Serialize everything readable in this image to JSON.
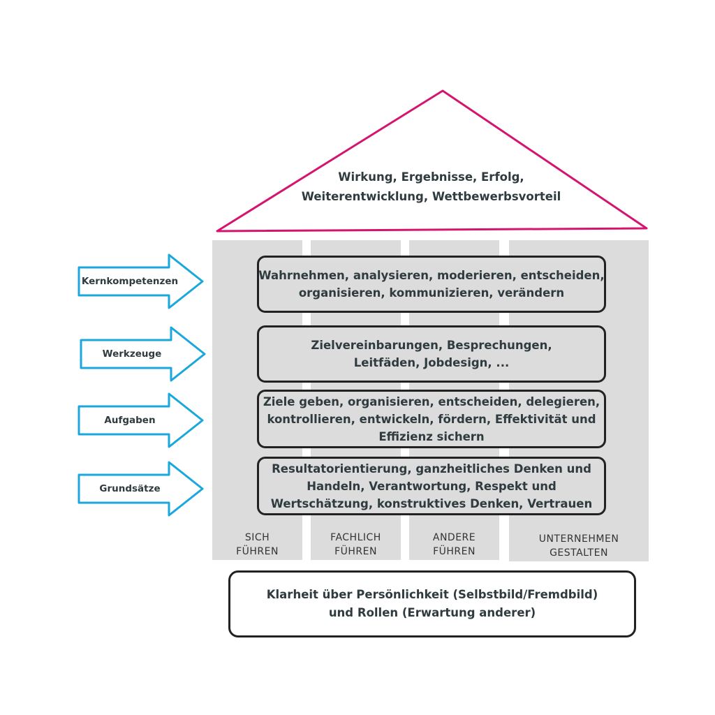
{
  "roof": {
    "line1": "Wirkung, Ergebnisse, Erfolg,",
    "line2": "Weiterentwicklung, Wettbewerbsvorteil",
    "stroke_color": "#d4146f"
  },
  "pillars": [
    {
      "line1": "SICH",
      "line2": "FÜHREN"
    },
    {
      "line1": "FACHLICH",
      "line2": "FÜHREN"
    },
    {
      "line1": "ANDERE",
      "line2": "FÜHREN"
    },
    {
      "line1": "UNTERNEHMEN",
      "line2": "GESTALTEN"
    }
  ],
  "layers": [
    {
      "lines": [
        "Wahrnehmen, analysieren, moderieren, entscheiden,",
        "organisieren, kommunizieren, verändern"
      ]
    },
    {
      "lines": [
        "Zielvereinbarungen, Besprechungen,",
        "Leitfäden, Jobdesign, ..."
      ]
    },
    {
      "lines": [
        "Ziele geben, organisieren, entscheiden, delegieren,",
        "kontrollieren, entwickeln, fördern, Effektivität und",
        "Effizienz sichern"
      ]
    },
    {
      "lines": [
        "Resultatorientierung, ganzheitliches Denken und",
        "Handeln, Verantwortung, Respekt und",
        "Wertschätzung, konstruktives Denken, Vertrauen"
      ]
    }
  ],
  "arrows": [
    {
      "label": "Kernkompetenzen"
    },
    {
      "label": "Werkzeuge"
    },
    {
      "label": "Aufgaben"
    },
    {
      "label": "Grundsätze"
    }
  ],
  "arrow_color": "#1aa7dc",
  "foundation": {
    "line1": "Klarheit über Persönlichkeit (Selbstbild/Fremdbild)",
    "line2": "und Rollen (Erwartung anderer)"
  }
}
